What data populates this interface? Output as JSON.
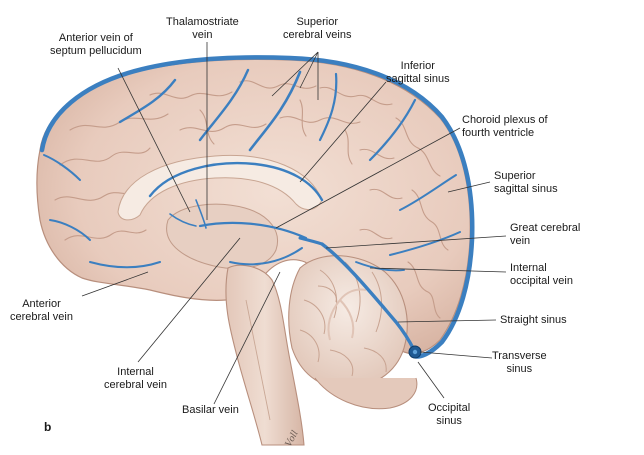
{
  "panel_letter": "b",
  "signature": "Voll",
  "colors": {
    "vein": "#3b7fc0",
    "vein_dark": "#1f5a93",
    "cortex": "#ecd3c6",
    "cortex_shade": "#d8b6a6",
    "white_matter": "#f3e6dd",
    "leader": "#333333"
  },
  "labels": {
    "anterior_septum": [
      "Anterior vein of",
      "septum pellucidum"
    ],
    "thalamostriate": [
      "Thalamostriate",
      "vein"
    ],
    "superior_cerebral": [
      "Superior",
      "cerebral veins"
    ],
    "inferior_sagittal": [
      "Inferior",
      "sagittal sinus"
    ],
    "choroid_plexus": [
      "Choroid plexus of",
      "fourth ventricle"
    ],
    "superior_sagittal": [
      "Superior",
      "sagittal sinus"
    ],
    "great_cerebral": [
      "Great cerebral",
      "vein"
    ],
    "internal_occipital": [
      "Internal",
      "occipital vein"
    ],
    "straight_sinus": [
      "Straight sinus"
    ],
    "transverse_sinus": [
      "Transverse",
      "sinus"
    ],
    "occipital_sinus": [
      "Occipital",
      "sinus"
    ],
    "basilar_vein": [
      "Basilar vein"
    ],
    "internal_cerebral": [
      "Internal",
      "cerebral vein"
    ],
    "anterior_cerebral": [
      "Anterior",
      "cerebral vein"
    ]
  }
}
